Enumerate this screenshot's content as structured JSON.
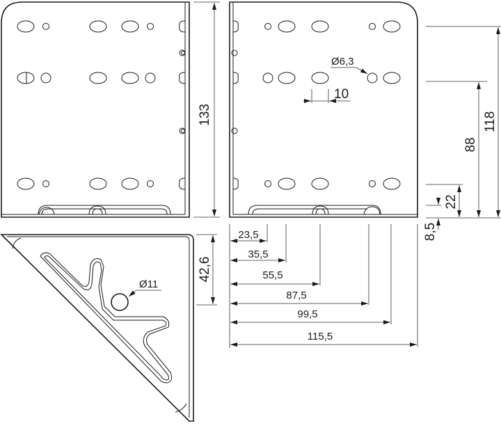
{
  "drawing": {
    "stroke_color": "#1a1a1a",
    "front_view": {
      "height_label": "133"
    },
    "side_view": {
      "hole_diameter_label": "Ø6,3",
      "slot_spacing_label": "10",
      "vertical_dims": [
        "118",
        "88",
        "22",
        "8,5"
      ]
    },
    "top_view": {
      "hole_diameter_label": "Ø11",
      "depth_label": "42,6"
    },
    "horizontal_dims": [
      "23,5",
      "35,5",
      "55,5",
      "87,5",
      "99,5",
      "115,5"
    ]
  }
}
